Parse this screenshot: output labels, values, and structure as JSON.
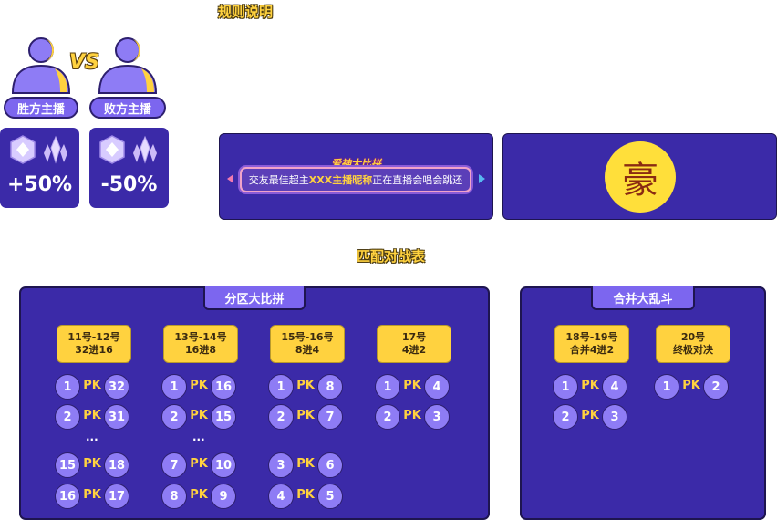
{
  "rules_title": "规则说明",
  "vs_label": "VS",
  "winner_label": "胜方主播",
  "loser_label": "败方主播",
  "winner_bonus": "+50%",
  "loser_bonus": "-50%",
  "banner": {
    "event_title": "爱神大比拼",
    "text_before": "交友最佳超主",
    "text_highlight": "XXX主播昵称",
    "text_after": "正在直播会唱会跳还"
  },
  "badge_char": "豪",
  "match_title": "匹配对战表",
  "division_panel": {
    "tab_label": "分区大比拼",
    "columns": [
      {
        "line1": "11号-12号",
        "line2": "32进16",
        "pairs": [
          [
            "1",
            "32"
          ],
          [
            "2",
            "31"
          ],
          [
            "15",
            "18"
          ],
          [
            "16",
            "17"
          ]
        ],
        "ellipsis": "..."
      },
      {
        "line1": "13号-14号",
        "line2": "16进8",
        "pairs": [
          [
            "1",
            "16"
          ],
          [
            "2",
            "15"
          ],
          [
            "7",
            "10"
          ],
          [
            "8",
            "9"
          ]
        ],
        "ellipsis": "..."
      },
      {
        "line1": "15号-16号",
        "line2": "8进4",
        "pairs": [
          [
            "1",
            "8"
          ],
          [
            "2",
            "7"
          ],
          [
            "3",
            "6"
          ],
          [
            "4",
            "5"
          ]
        ]
      },
      {
        "line1": "17号",
        "line2": "4进2",
        "pairs": [
          [
            "1",
            "4"
          ],
          [
            "2",
            "3"
          ]
        ]
      }
    ]
  },
  "merge_panel": {
    "tab_label": "合并大乱斗",
    "columns": [
      {
        "line1": "18号-19号",
        "line2": "合并4进2",
        "pairs": [
          [
            "1",
            "4"
          ],
          [
            "2",
            "3"
          ]
        ]
      },
      {
        "line1": "20号",
        "line2": "终极对决",
        "pairs": [
          [
            "1",
            "2"
          ]
        ]
      }
    ]
  },
  "pk_label": "PK",
  "colors": {
    "panel": "#3b2aa8",
    "accent_yellow": "#ffd23f",
    "purple_light": "#7c66ef",
    "circle": "#8e7cf5"
  }
}
